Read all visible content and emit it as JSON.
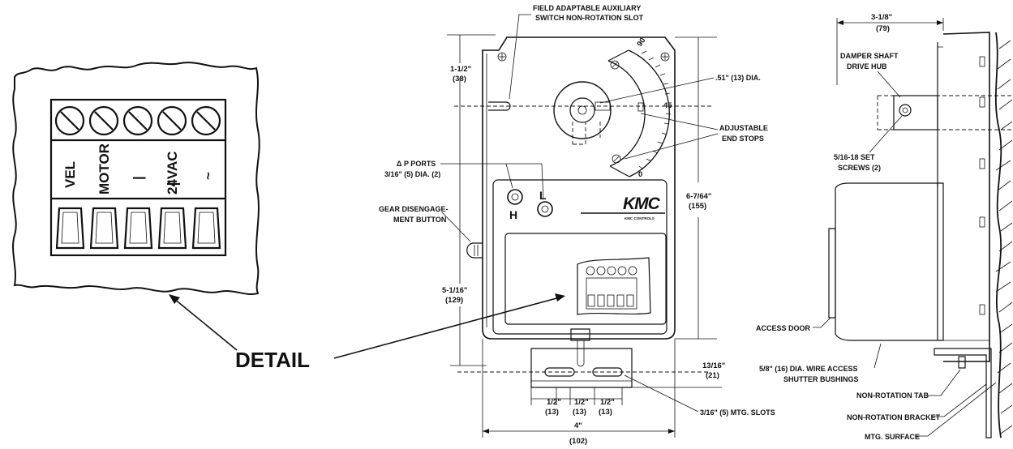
{
  "detail": {
    "terminals": [
      "VEL",
      "MOTOR",
      "|",
      "24VAC",
      "~"
    ],
    "callout": "DETAIL"
  },
  "front_view": {
    "labels": {
      "aux_switch": [
        "FIELD ADAPTABLE AUXILIARY",
        "SWITCH NON-ROTATION SLOT"
      ],
      "dia": ".51\" (13) DIA.",
      "end_stops": [
        "ADJUSTABLE",
        "END STOPS"
      ],
      "p_ports": [
        "Δ P PORTS",
        "3/16\" (5) DIA. (2)"
      ],
      "gear": [
        "GEAR DISENGAGE-",
        "MENT BUTTON"
      ],
      "mtg_slots": "3/16\" (5) MTG. SLOTS"
    },
    "scale_marks": [
      "90",
      "45",
      "0"
    ],
    "port_labels": [
      "H",
      "L"
    ],
    "logo": "KMC",
    "logo_sub": "KMC CONTROLS",
    "dims": {
      "top_left": [
        "1-1/2\"",
        "(38)"
      ],
      "left": [
        "5-1/16\"",
        "(129)"
      ],
      "right": [
        "6-7/64\"",
        "(155)"
      ],
      "bracket": [
        "13/16\"",
        "(21)"
      ],
      "slot1": [
        "1/2\"",
        "(13)"
      ],
      "slot2": [
        "1/2\"",
        "(13)"
      ],
      "slot3": [
        "1/2\"",
        "(13)"
      ],
      "width": [
        "4\"",
        "(102)"
      ]
    }
  },
  "side_view": {
    "labels": {
      "depth": [
        "3-1/8\"",
        "(79)"
      ],
      "hub": [
        "DAMPER SHAFT",
        "DRIVE HUB"
      ],
      "set_screws": [
        "5/16-18 SET",
        "SCREWS (2)"
      ],
      "access_door": "ACCESS DOOR",
      "wire_access": [
        "5/8\" (16) DIA. WIRE ACCESS",
        "SHUTTER BUSHINGS"
      ],
      "tab": "NON-ROTATION TAB",
      "bracket": "NON-ROTATION BRACKET",
      "surface": "MTG. SURFACE"
    }
  }
}
